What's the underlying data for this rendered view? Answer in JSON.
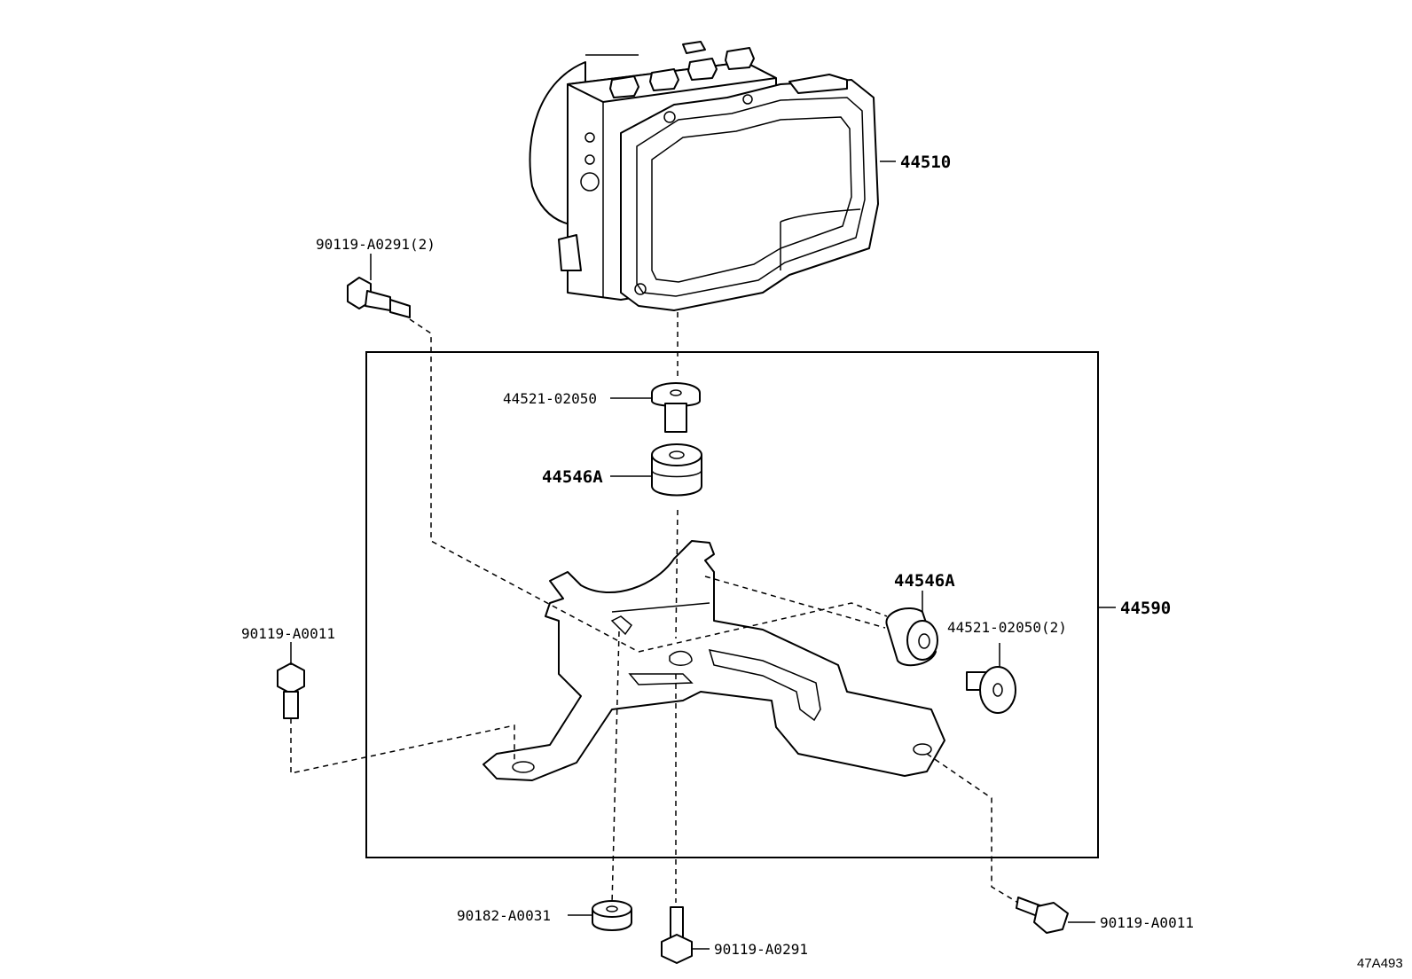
{
  "diagram": {
    "reference_code": "47A493",
    "labels": {
      "abs_actuator": "44510",
      "bracket_assembly": "44590",
      "bolt_top_left": "90119-A0291(2)",
      "bolt_left": "90119-A0011",
      "cushion_upper": "44546A",
      "cushion_right": "44546A",
      "collar_upper": "44521-02050",
      "collar_right": "44521-02050(2)",
      "nut_bottom": "90182-A0031",
      "bolt_bottom": "90119-A0291",
      "bolt_bottom_right": "90119-A0011"
    }
  },
  "colors": {
    "ink": "#000000",
    "background": "#ffffff"
  }
}
